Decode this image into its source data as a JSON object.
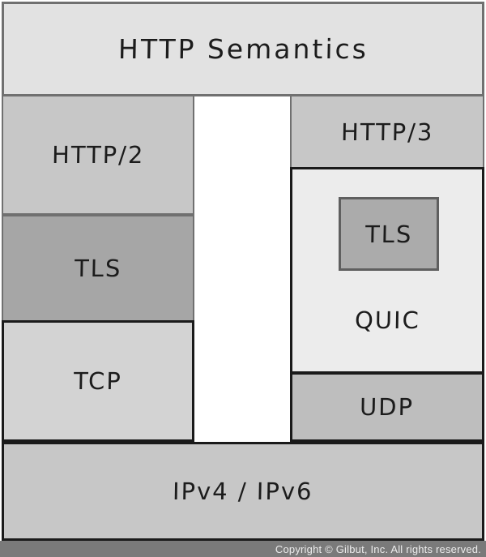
{
  "diagram": {
    "top": {
      "label": "HTTP Semantics"
    },
    "left_stack": {
      "http2": {
        "label": "HTTP/2"
      },
      "tls": {
        "label": "TLS"
      },
      "tcp": {
        "label": "TCP"
      }
    },
    "right_stack": {
      "http3": {
        "label": "HTTP/3"
      },
      "quic": {
        "label": "QUIC",
        "tls": {
          "label": "TLS"
        }
      },
      "udp": {
        "label": "UDP"
      }
    },
    "bottom": {
      "label": "IPv4 / IPv6"
    }
  },
  "footer": {
    "copyright": "Copyright © Gilbut, Inc. All rights reserved."
  },
  "colors": {
    "top_fill": "#e2e2e2",
    "http2_fill": "#c7c7c7",
    "tls_left_fill": "#a6a6a6",
    "tcp_fill": "#d3d3d3",
    "http3_fill": "#c7c7c7",
    "quic_fill": "#ececec",
    "tls_inner_fill": "#ababab",
    "udp_fill": "#bebebe",
    "ip_fill": "#c7c7c7",
    "gray_border": "#707070",
    "black_border": "#1a1a1a",
    "footer_bg": "#7a7a7a",
    "footer_text": "#ececec",
    "gap_fill": "#ffffff"
  }
}
